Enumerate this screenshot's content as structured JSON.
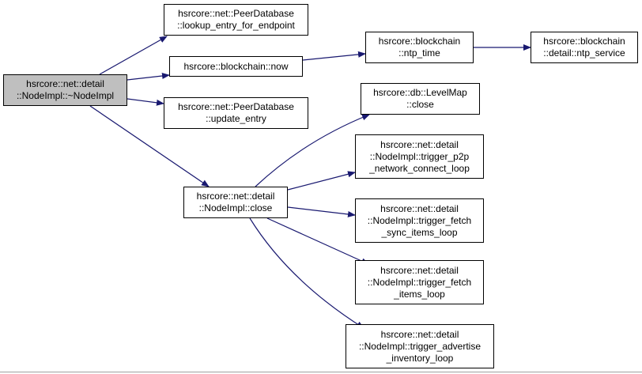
{
  "colors": {
    "edge": "#191970",
    "root_fill": "#bfbfbf",
    "node_fill": "#ffffff",
    "border": "#000000"
  },
  "nodes": {
    "root": {
      "lines": [
        "hsrcore::net::detail",
        "::NodeImpl::~NodeImpl"
      ]
    },
    "lookup": {
      "lines": [
        "hsrcore::net::PeerDatabase",
        "::lookup_entry_for_endpoint"
      ]
    },
    "now": {
      "lines": [
        "hsrcore::blockchain::now"
      ]
    },
    "update": {
      "lines": [
        "hsrcore::net::PeerDatabase",
        "::update_entry"
      ]
    },
    "close": {
      "lines": [
        "hsrcore::net::detail",
        "::NodeImpl::close"
      ]
    },
    "ntp_time": {
      "lines": [
        "hsrcore::blockchain",
        "::ntp_time"
      ]
    },
    "ntp_svc": {
      "lines": [
        "hsrcore::blockchain",
        "::detail::ntp_service"
      ]
    },
    "levelmap": {
      "lines": [
        "hsrcore::db::LevelMap",
        "::close"
      ]
    },
    "p2p": {
      "lines": [
        "hsrcore::net::detail",
        "::NodeImpl::trigger_p2p",
        "_network_connect_loop"
      ]
    },
    "fetchsync": {
      "lines": [
        "hsrcore::net::detail",
        "::NodeImpl::trigger_fetch",
        "_sync_items_loop"
      ]
    },
    "fetchitems": {
      "lines": [
        "hsrcore::net::detail",
        "::NodeImpl::trigger_fetch",
        "_items_loop"
      ]
    },
    "advertise": {
      "lines": [
        "hsrcore::net::detail",
        "::NodeImpl::trigger_advertise",
        "_inventory_loop"
      ]
    }
  }
}
